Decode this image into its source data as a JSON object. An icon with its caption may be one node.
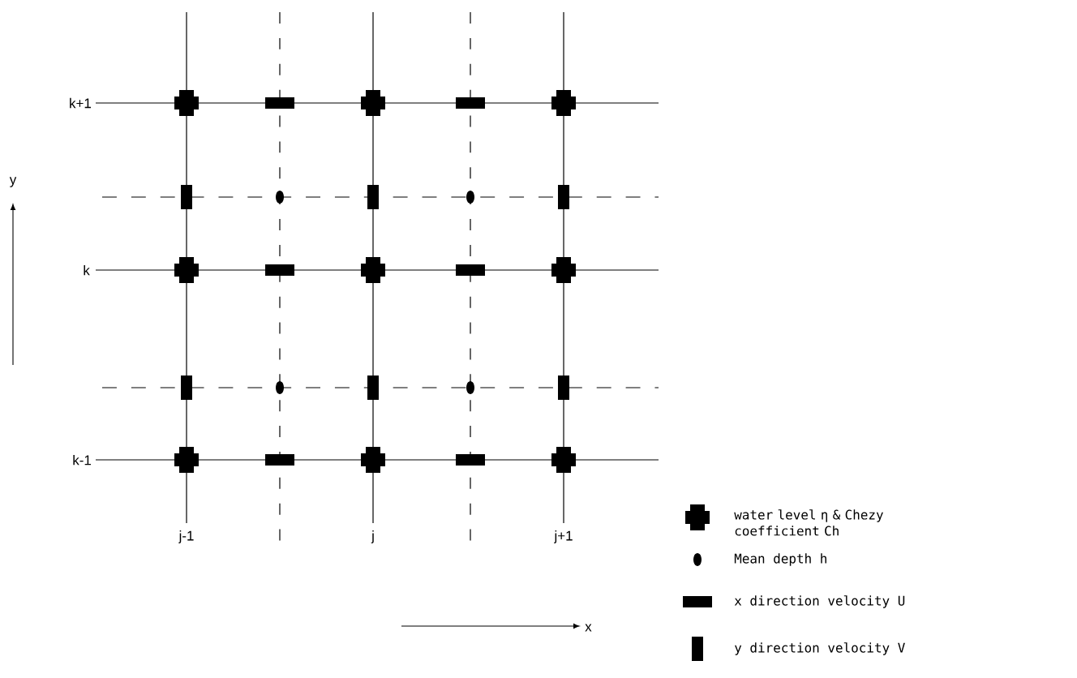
{
  "diagram": {
    "labels": [
      "k+1",
      "k",
      "k-1",
      "j-1",
      "j",
      "j+1",
      "y",
      "x"
    ],
    "legend": [
      {
        "text": "water level η & Chezy coefficient Ch"
      },
      {
        "text": "Mean depth h"
      },
      {
        "text": "x direction velocity U"
      },
      {
        "text": "y direction velocity V"
      }
    ]
  }
}
